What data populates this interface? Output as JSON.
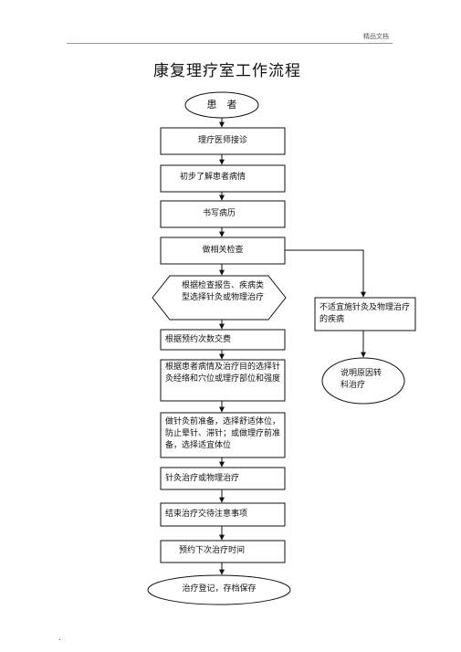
{
  "header": {
    "text": "精品文档"
  },
  "title": "康复理疗室工作流程",
  "footer": {
    "mark": "."
  },
  "steps": {
    "patient": "患　者",
    "reception": "理疗医师接诊",
    "understand": "初步了解患者病情",
    "record": "书写病历",
    "exam": "做相关检查",
    "choose": "根据检查报告、疾病类型选择针灸或物理治疗",
    "unsuitable": "不适宜施针灸及物理治疗的疾病",
    "explain": "说明原因转科治疗",
    "appointment": "根据预约次数交费",
    "select_points": "根据患者病情及治疗目的选择针灸经络和穴位或理疗部位和强度",
    "prepare": "做针灸前准备，选择舒适体位，防止晕针、滞针；或做理疗前准备，选择适宜体位",
    "treatment": "针灸治疗或物理治疗",
    "finish": "结束治疗交待注意事项",
    "next": "预约下次治疗时间",
    "archive": "治疗登记，存档保存"
  }
}
